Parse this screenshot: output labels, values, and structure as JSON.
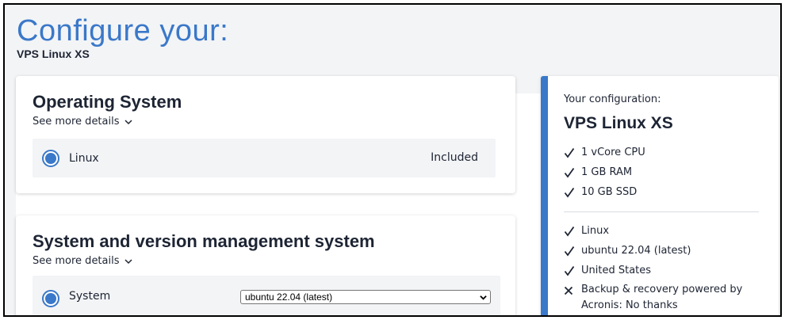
{
  "header": {
    "title": "Configure your:",
    "subtitle": "VPS Linux XS"
  },
  "os_section": {
    "title": "Operating System",
    "details_label": "See more details",
    "option": {
      "label": "Linux",
      "price": "Included",
      "selected": true
    }
  },
  "system_section": {
    "title": "System and version management system",
    "details_label": "See more details",
    "option": {
      "label": "System",
      "selected": true
    },
    "select_value": "ubuntu 22.04 (latest)"
  },
  "summary": {
    "label": "Your configuration:",
    "title": "VPS Linux XS",
    "specs": [
      {
        "text": "1 vCore CPU",
        "icon": "check-icon"
      },
      {
        "text": "1 GB RAM",
        "icon": "check-icon"
      },
      {
        "text": "10 GB SSD",
        "icon": "check-icon"
      }
    ],
    "selections": [
      {
        "text": "Linux",
        "icon": "check-icon"
      },
      {
        "text": "ubuntu 22.04 (latest)",
        "icon": "check-icon"
      },
      {
        "text": "United States",
        "icon": "check-icon"
      },
      {
        "text": "Backup & recovery powered by Acronis: No thanks",
        "icon": "cross-icon"
      }
    ]
  },
  "colors": {
    "accent": "#3a78c9",
    "text": "#1d2433",
    "background": "#f3f4f6"
  }
}
